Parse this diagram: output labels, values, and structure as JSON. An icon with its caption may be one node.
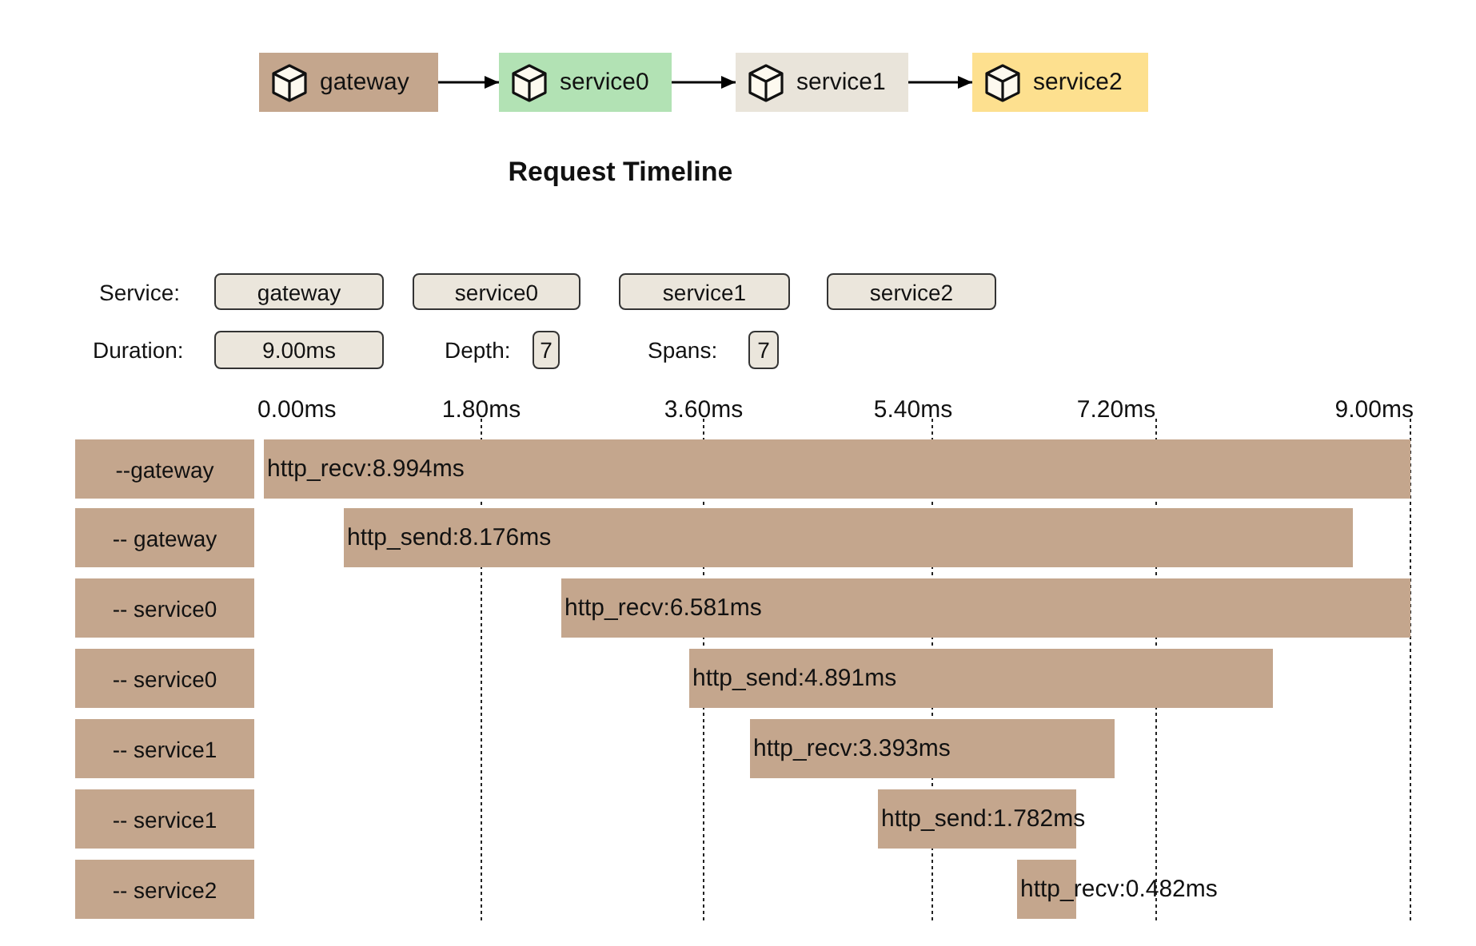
{
  "diagram": {
    "title": "Request Timeline",
    "nodes": [
      {
        "text": [
          "gateway"
        ]
      },
      {
        "text": [
          "service0"
        ]
      },
      {
        "text": [
          "service1"
        ]
      },
      {
        "text": [
          "service2"
        ]
      },
      {
        "text": [
          "gateway"
        ]
      },
      {
        "text": [
          "service0"
        ]
      },
      {
        "text": [
          "service1"
        ]
      },
      {
        "text": [
          "service2"
        ]
      },
      {
        "text": [
          "9.00ms"
        ]
      },
      {
        "text": [
          "7"
        ]
      },
      {
        "text": [
          "7"
        ]
      },
      {
        "text": [
          "--gateway"
        ]
      },
      {
        "text": [
          "http_recv:8.994ms"
        ]
      },
      {
        "text": [
          "-- gateway"
        ]
      },
      {
        "text": [
          "http_send:8.176ms"
        ]
      },
      {
        "text": [
          "-- service0"
        ]
      },
      {
        "text": [
          "http_recv:6.581ms"
        ]
      },
      {
        "text": [
          "-- service0"
        ]
      },
      {
        "text": [
          "http_send:4.891ms"
        ]
      },
      {
        "text": [
          "-- service1"
        ]
      },
      {
        "text": [
          "http_recv:3.393ms"
        ]
      },
      {
        "text": [
          "-- service1"
        ]
      },
      {
        "text": [
          "http_send:1.782ms"
        ]
      },
      {
        "text": [
          "-- service2"
        ]
      },
      {
        "text": [
          "http_recv:0.482ms"
        ]
      }
    ],
    "edges": [
      {
        "from": 0,
        "to": 1,
        "arrow": "to"
      },
      {
        "from": 1,
        "to": 2,
        "arrow": "to"
      },
      {
        "from": 2,
        "to": 3,
        "arrow": "to"
      }
    ],
    "labels": [
      "Service:",
      "Duration:",
      "Depth:",
      "Spans:",
      "0.00ms",
      "1.80ms",
      "3.60ms",
      "5.40ms",
      "7.20ms",
      "9.00ms"
    ]
  }
}
